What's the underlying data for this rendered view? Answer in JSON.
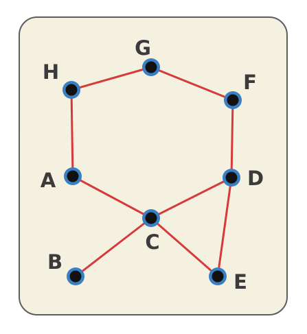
{
  "colors": {
    "card_background": "#f4f1e1",
    "card_border": "#5d5d5d",
    "edge": "#d63a3a",
    "node_ring": "#3a7ec4",
    "node_core": "#111111",
    "label": "#3b3b3b"
  },
  "nodes": [
    {
      "id": "G",
      "label": "G"
    },
    {
      "id": "H",
      "label": "H"
    },
    {
      "id": "F",
      "label": "F"
    },
    {
      "id": "A",
      "label": "A"
    },
    {
      "id": "D",
      "label": "D"
    },
    {
      "id": "C",
      "label": "C"
    },
    {
      "id": "B",
      "label": "B"
    },
    {
      "id": "E",
      "label": "E"
    }
  ],
  "edges": [
    [
      "H",
      "G"
    ],
    [
      "G",
      "F"
    ],
    [
      "H",
      "A"
    ],
    [
      "F",
      "D"
    ],
    [
      "A",
      "C"
    ],
    [
      "D",
      "C"
    ],
    [
      "D",
      "E"
    ],
    [
      "C",
      "B"
    ],
    [
      "C",
      "E"
    ]
  ]
}
